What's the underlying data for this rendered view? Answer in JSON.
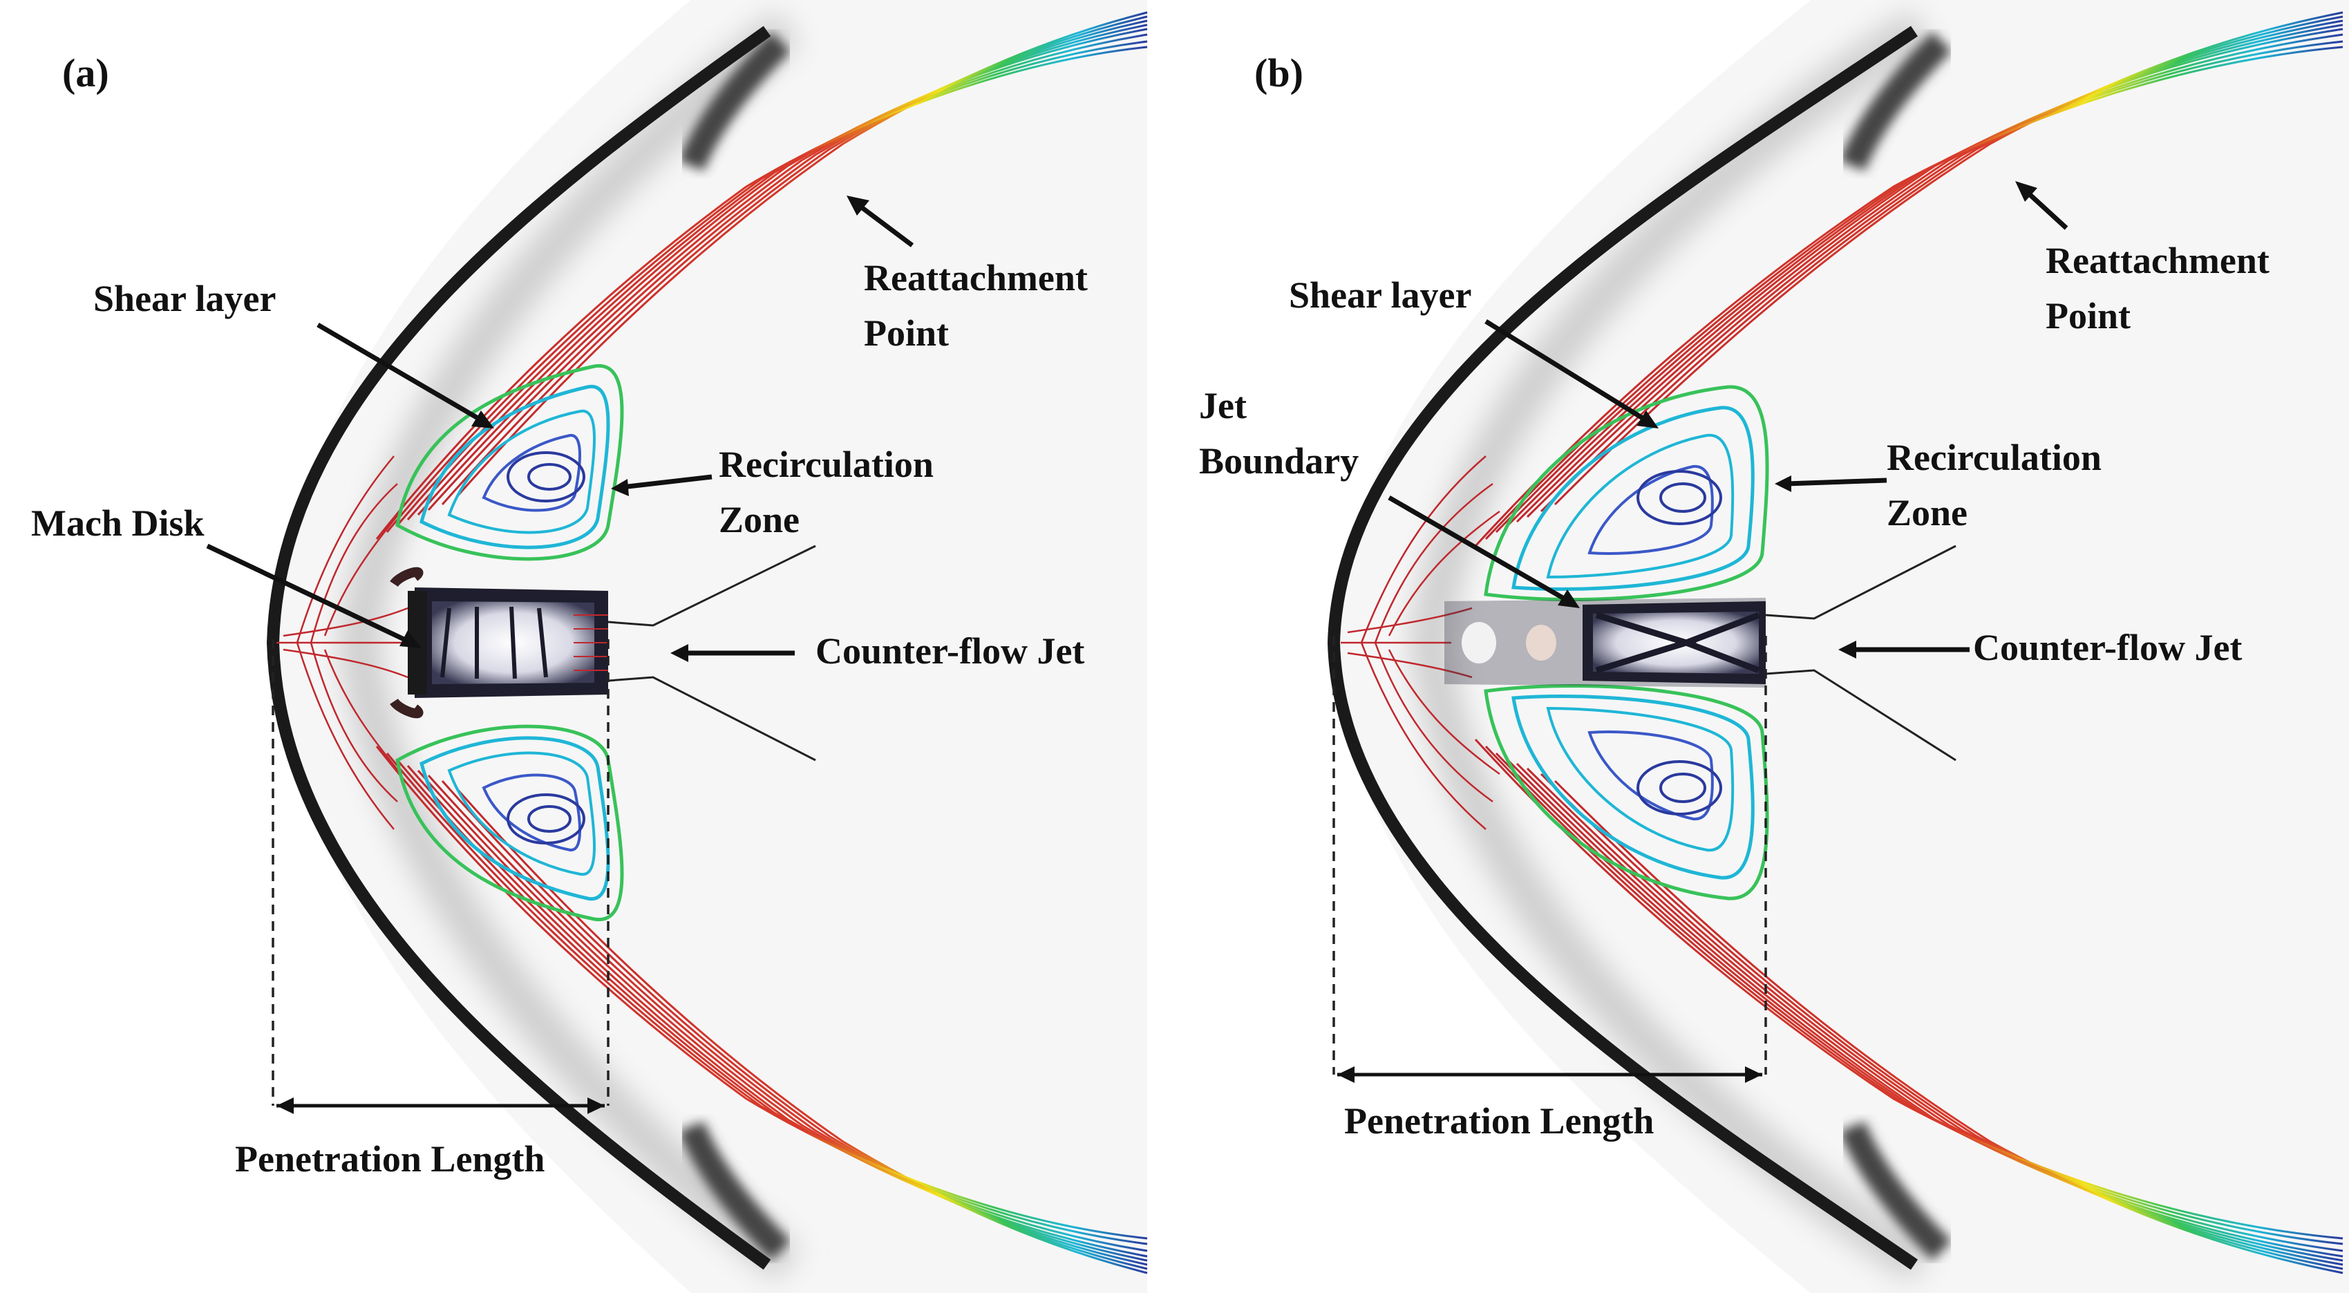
{
  "panels": [
    {
      "id": "a",
      "label": "(a)",
      "labels": {
        "shear_layer": "Shear layer",
        "reattachment_line1": "Reattachment",
        "reattachment_line2": "Point",
        "recirculation_line1": "Recirculation",
        "recirculation_line2": "Zone",
        "mach_disk": "Mach Disk",
        "counter_flow_jet": "Counter-flow Jet",
        "penetration_length": "Penetration Length"
      }
    },
    {
      "id": "b",
      "label": "(b)",
      "labels": {
        "shear_layer": "Shear layer",
        "reattachment_line1": "Reattachment",
        "reattachment_line2": "Point",
        "recirculation_line1": "Recirculation",
        "recirculation_line2": "Zone",
        "jet_boundary_line1": "Jet",
        "jet_boundary_line2": "Boundary",
        "counter_flow_jet": "Counter-flow Jet",
        "penetration_length": "Penetration Length"
      }
    }
  ],
  "colors": {
    "shock": "#1a1a1a",
    "shock_halo": "#bdbdbd",
    "streamline_outer": "#c0282d",
    "streamline_mid_yellow": "#f2e21a",
    "streamline_green": "#38c25a",
    "streamline_cyan": "#1fb6d6",
    "streamline_blue": "#2a3a9e",
    "jet_core": "#e8e8f2"
  }
}
